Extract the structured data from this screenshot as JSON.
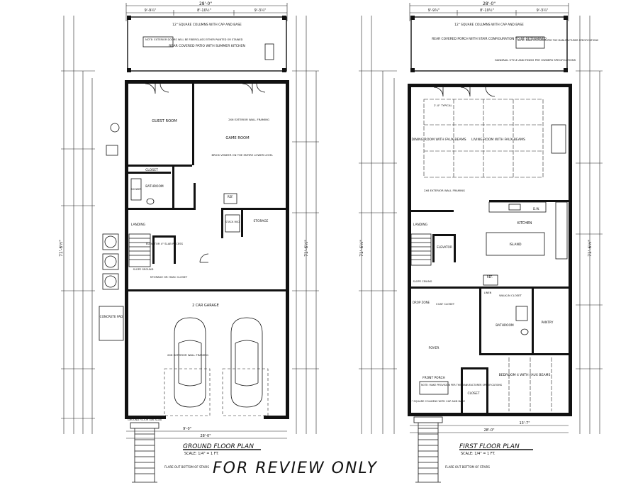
{
  "stamp": "FOR REVIEW ONLY",
  "ground_floor": {
    "title": "GROUND FLOOR PLAN",
    "scale": "SCALE: 1/4\" = 1 FT.",
    "overall_width": "28'-0\"",
    "overall_depth": "71'-6½\"",
    "top_dims": [
      "9'-9¾\"",
      "8'-10½\"",
      "9'-3¾\""
    ],
    "rooms": {
      "patio": "REAR COVERED PATIO WITH SUMMER KITCHEN",
      "patio_note": "NOTE: EXTERIOR DOORS WILL BE FIBERGLASS EITHER PAINTED OR STAINED",
      "columns": "12\" SQUARE COLUMNS WITH CAP AND BASE",
      "guest": "GUEST ROOM",
      "game": "GAME ROOM",
      "wall_framing": "2X6 EXTERIOR WALL FRAMING",
      "brick": "BRICK VENEER ON THE ENTIRE LOWER LEVEL",
      "closet": "CLOSET",
      "bathroom": "BATHROOM",
      "shower": "SHOWER",
      "ref": "REF.",
      "landing": "LANDING",
      "stack": "STACK W/D",
      "storage": "STORAGE",
      "elevator": "ELEVATOR 4\" SLAB RECESS",
      "slope": "SLOPE GROUND",
      "storage_hvac": "STORAGE OR HVAC CLOSET",
      "garage": "2 CAR GARAGE",
      "concrete": "CONCRETE PAD",
      "stairs": "GROUND FLOOR 4X6 SLAB",
      "flare": "FLARE OUT BOTTOM OF STAIRS"
    },
    "bottom_dims": [
      "9'-0\"",
      "28'-0\""
    ]
  },
  "first_floor": {
    "title": "FIRST FLOOR PLAN",
    "scale": "SCALE: 1/4\" = 1 FT.",
    "overall_width": "28'-0\"",
    "overall_depth": "71'-6½\"",
    "top_dims": [
      "9'-9¾\"",
      "8'-10½\"",
      "9'-3¾\""
    ],
    "rooms": {
      "porch": "REAR COVERED PORCH WITH STAIR CONFIGURATION TO BE DETERMINED",
      "porch_note": "NOTE: MAKE PROVISION PER THE MANUFACTURER SPECIFICATIONS",
      "columns": "12\" SQUARE COLUMNS WITH CAP AND BASE",
      "handrail": "HANDRAIL STYLE AND FINISH PER OWNERS SPECIFICATIONS",
      "typical": "2'-0\" TYPICAL",
      "dining": "DINING ROOM WITH FAUX BEAMS",
      "living": "LIVING ROOM WITH FAUX BEAMS",
      "wall_framing": "2X6 EXTERIOR WALL FRAMING",
      "kitchen": "KITCHEN",
      "island": "ISLAND",
      "dw": "D.W.",
      "landing": "LANDING",
      "elevator": "ELEVATOR",
      "slope": "SLOPE CEILING",
      "ref": "REF.",
      "walkin": "WALK-IN CLOSET",
      "linen": "LINEN",
      "coat": "COAT CLOSET",
      "drop": "DROP ZONE",
      "bathroom": "BATHROOM",
      "pantry": "PANTRY",
      "foyer": "FOYER",
      "front_porch": "FRONT PORCH",
      "front_note": "NOTE: MAKE PROVISION PER THE MANUFACTURER SPECIFICATIONS",
      "closet": "CLOSET",
      "bedroom": "BEDROOM 4 WITH FAUX BEAMS",
      "front_columns": "12\" SQUARE COLUMNS WITH CAP AND BASE",
      "flare": "FLARE OUT BOTTOM OF STAIRS"
    },
    "bottom_dims": [
      "13'-7\"",
      "28'-0\""
    ]
  }
}
